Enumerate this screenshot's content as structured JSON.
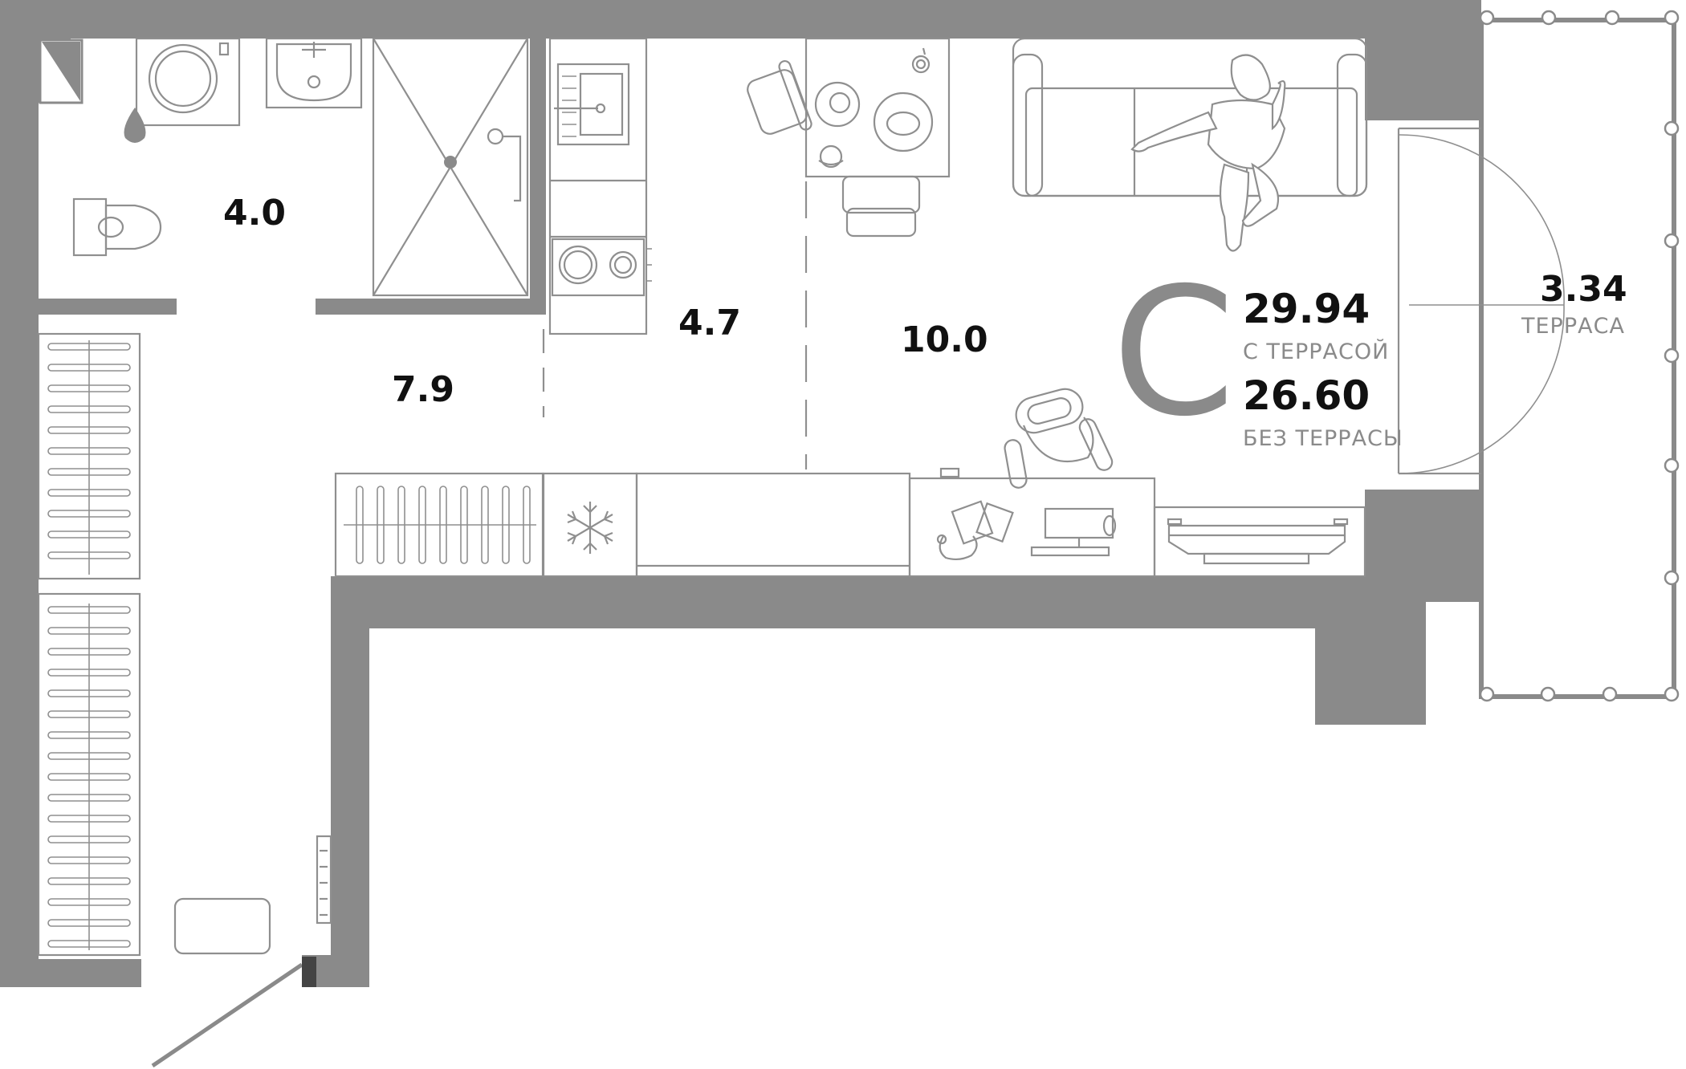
{
  "rooms": {
    "bathroom_area": "4.0",
    "hallway_area": "7.9",
    "kitchen_area": "4.7",
    "living_area": "10.0",
    "terrace_area": "3.34",
    "terrace_label": "ТЕРРАСА"
  },
  "summary": {
    "type_letter": "С",
    "area_with_terrace": "29.94",
    "with_terrace_label": "С ТЕРРАСОЙ",
    "area_without_terrace": "26.60",
    "without_terrace_label": "БЕЗ ТЕРРАСЫ"
  },
  "colors": {
    "walls": "#8a8a8a",
    "lines": "#8f8f8f",
    "text": "#111111",
    "background": "#ffffff"
  },
  "icons": [
    "washing-machine-icon",
    "sink-icon",
    "toilet-icon",
    "shower-icon",
    "stove-icon",
    "snowflake-icon",
    "sofa-icon",
    "person-icon",
    "dining-table-icon",
    "chair-icon",
    "desk-icon",
    "computer-icon",
    "tv-icon",
    "wardrobe-icon",
    "radiator-icon",
    "door-icon"
  ]
}
